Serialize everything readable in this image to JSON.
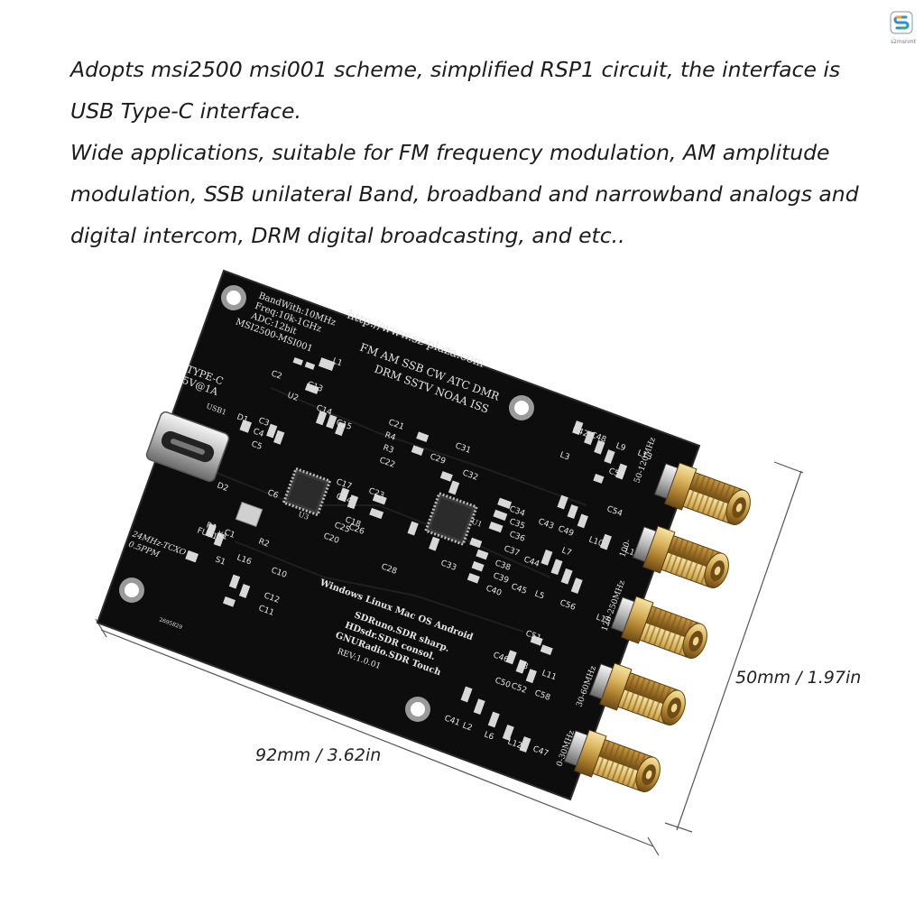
{
  "description": {
    "line1": "Adopts msi2500 msi001 scheme, simplified RSP1 circuit, the interface is",
    "line2": "USB Type-C interface.",
    "line3": "Wide applications, suitable for FM frequency modulation, AM amplitude",
    "line4": "modulation, SSB unilateral Band, broadband and narrowband analogs and",
    "line5": "digital intercom, DRM digital broadcasting, and etc.."
  },
  "watermark": {
    "text": "s2msnmt"
  },
  "dimensions": {
    "height_label": "50mm / 1.97in",
    "width_label": "92mm / 3.62in"
  },
  "board": {
    "spec_line1": "BandWith:10MHz",
    "spec_line2": "Freq:10k-1GHz",
    "spec_line3": "ADC:12bit",
    "spec_line4": "MSI2500-MSI001",
    "url": "http://www.sz-plaza.com",
    "modes_line1": "FM AM SSB CW ATC DMR",
    "modes_line2": "DRM SSTV NOAA ISS",
    "type_c_line1": "TYPE-C",
    "type_c_line2": "5V@1A",
    "tcxo_line1": "24MHz-TCXO",
    "tcxo_line2": "0.5PPM",
    "os_line": "Windows Linux Mac OS Android",
    "sw_line1": "SDRuno.SDR sharp.",
    "sw_line2": "HDsdr.SDR consol.",
    "sw_line3": "GNURadio.SDR Touch",
    "rev": "REV:1.0.01",
    "serial": "2695829",
    "chip1": "U3",
    "chip2": "U1",
    "usb_label": "USB1",
    "band1": "50-120MHz",
    "band2": "100-",
    "band3": "120-250MHz",
    "band4": "30-60MHz",
    "band5": "0-30MHz",
    "designators": [
      "L1",
      "C2",
      "C13",
      "U2",
      "C14",
      "C15",
      "D1",
      "C3",
      "C4",
      "C5",
      "C21",
      "R4",
      "R3",
      "C22",
      "C29",
      "C31",
      "C32",
      "D2",
      "C6",
      "X1",
      "R2",
      "R1",
      "C17",
      "C24",
      "C25",
      "C26",
      "C23",
      "C34",
      "C35",
      "C36",
      "C37",
      "C20",
      "C18",
      "C42",
      "C48",
      "L9",
      "L13",
      "L3",
      "C53",
      "C43",
      "C49",
      "L10",
      "L14",
      "C54",
      "C44",
      "L7",
      "C45",
      "L5",
      "C56",
      "L15",
      "C38",
      "C39",
      "C40",
      "C28",
      "C33",
      "L16",
      "C10",
      "C12",
      "C11",
      "FUS1",
      "C1",
      "S1",
      "C51",
      "C46",
      "L8",
      "L11",
      "C50",
      "C52",
      "C58",
      "C41",
      "L2",
      "L6",
      "L12",
      "C47"
    ]
  },
  "colors": {
    "pcb": "#0d0d0d",
    "silk": "#e6e6e6",
    "gold": "#c9a24a",
    "pad": "#d8d8d8"
  }
}
